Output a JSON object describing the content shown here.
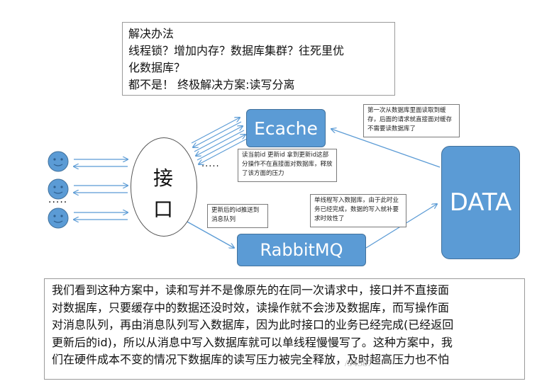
{
  "top_box": {
    "lines": [
      "解决办法",
      "线程锁？增加内存？数据库集群？往死里优",
      "化数据库？",
      "都不是！ 终极解决方案:读写分离"
    ]
  },
  "nodes": {
    "ecache": "Ecache",
    "rabbitmq": "RabbitMQ",
    "data": "DATA",
    "interface": "接口"
  },
  "notes": {
    "first_read": "第一次从数据库里面读取到缓存，后面的请求就直接面对缓存不需要读数据库了",
    "read_update": "读当前id  更新id  拿到更新id这部分操作不在直接面对数据库，释放了该方面的压力",
    "push_queue": "更新后的id推送到消息队列",
    "single_thread": "单线程写入数据库，由于此时业务已经完成，数据的写入就补要求时效性了"
  },
  "ellipsis": {
    "users": ".....",
    "requests": "....."
  },
  "bottom_box": {
    "lines": [
      "我们看到这种方案中，读和写并不是像原先的在同一次请求中，接口并不直接面",
      "对数据库，只要缓存中的数据还没时效，读操作就不会涉及数据库，而写操作面",
      "对消息队列，再由消息队列写入数据库，因为此时接口的业务已经完成(已经返回",
      "更新后的id)，所以从消息中写入数据库就可以单线程慢慢写了。这种方案中，我",
      "们在硬件成本不变的情况下数据库的读写压力被完全释放，及时超高压力也不怕"
    ]
  },
  "watermark": "/94587",
  "colors": {
    "box_fill": "#5b9bd5",
    "box_border": "#41719c",
    "arrow": "#5b9bd5",
    "user_fill": "#5b9bd5"
  }
}
